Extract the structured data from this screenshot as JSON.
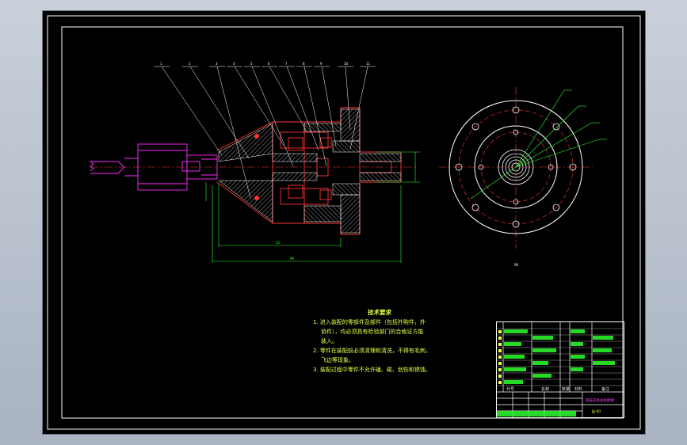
{
  "tech_requirements": {
    "title": "技术要求",
    "items": [
      {
        "num": "1.",
        "lines": [
          "进入装配的零部件及部件（包括外购件，外",
          "协件），均必须具有检验部门的合格证方能",
          "装入。"
        ]
      },
      {
        "num": "2.",
        "lines": [
          "零件在装配前必须清理和清洗，不得有毛刺，",
          "飞边等现象。"
        ]
      },
      {
        "num": "3.",
        "lines": [
          "装配过程中零件不允许磕、碰、划伤和锈蚀。"
        ]
      }
    ]
  },
  "balloons": [
    "1",
    "2",
    "3",
    "4",
    "5",
    "6",
    "7",
    "8",
    "9",
    "10",
    "11"
  ],
  "dimensions": {
    "overall_length": "96",
    "inner_length": "52",
    "side_view_label": "96"
  },
  "title_block": {
    "drawing_name": "液压夹具总装配图",
    "drawing_code": "JJJ-00",
    "header_code": "代号",
    "header_name": "名称",
    "header_qty": "数量",
    "header_material": "材料",
    "header_note": "备注"
  },
  "colors": {
    "background": "#000000",
    "frame": "#ffffff",
    "section": "#ff3333",
    "hatch": "#ffffff",
    "workpiece": "#ff2aff",
    "dimension": "#2dff2d",
    "centerline": "#ff3333",
    "text": "#e9ff4a"
  }
}
